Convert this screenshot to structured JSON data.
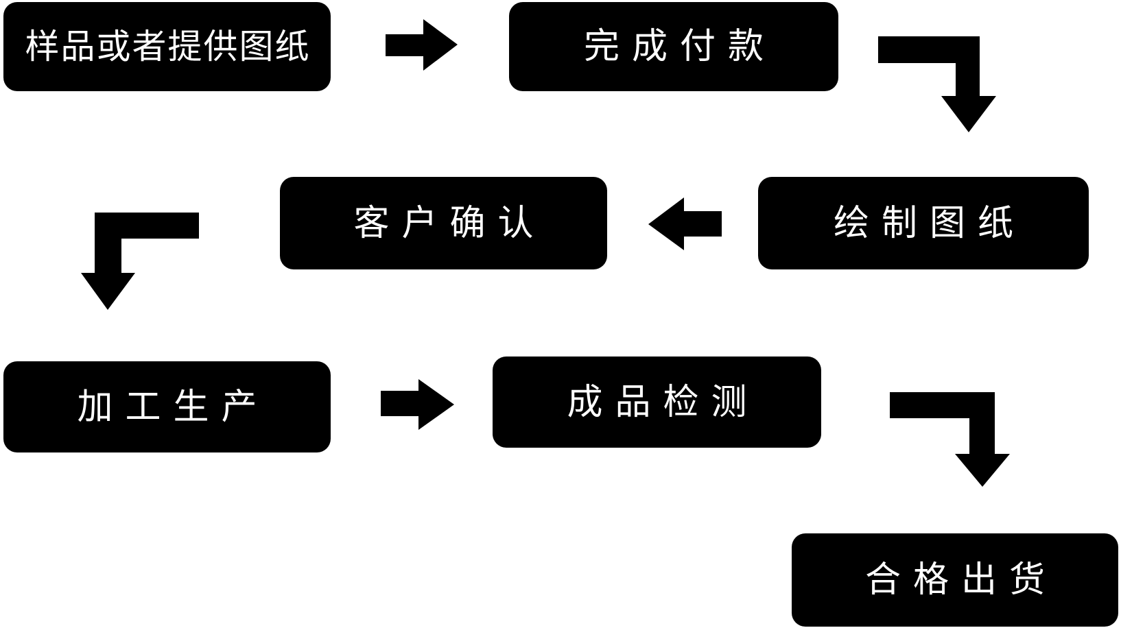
{
  "diagram": {
    "title": "production-process-flowchart",
    "colors": {
      "node_background": "#000000",
      "node_text": "#ffffff",
      "arrow": "#000000",
      "canvas_background": "#ffffff"
    },
    "nodes": [
      {
        "id": "sample-or-drawing",
        "label": "样品或者提供图纸"
      },
      {
        "id": "complete-payment",
        "label": "完成付款"
      },
      {
        "id": "customer-confirm",
        "label": "客户确认"
      },
      {
        "id": "draw-drawing",
        "label": "绘制图纸"
      },
      {
        "id": "processing-production",
        "label": "加工生产"
      },
      {
        "id": "product-inspection",
        "label": "成品检测"
      },
      {
        "id": "qualified-shipment",
        "label": "合格出货"
      }
    ],
    "arrows": [
      {
        "from": "sample-or-drawing",
        "to": "complete-payment",
        "shape": "straight-right"
      },
      {
        "from": "complete-payment",
        "to": "draw-drawing",
        "shape": "elbow-right-down"
      },
      {
        "from": "draw-drawing",
        "to": "customer-confirm",
        "shape": "straight-left"
      },
      {
        "from": "customer-confirm",
        "to": "processing-production",
        "shape": "elbow-left-down"
      },
      {
        "from": "processing-production",
        "to": "product-inspection",
        "shape": "straight-right"
      },
      {
        "from": "product-inspection",
        "to": "qualified-shipment",
        "shape": "elbow-right-down"
      }
    ]
  }
}
